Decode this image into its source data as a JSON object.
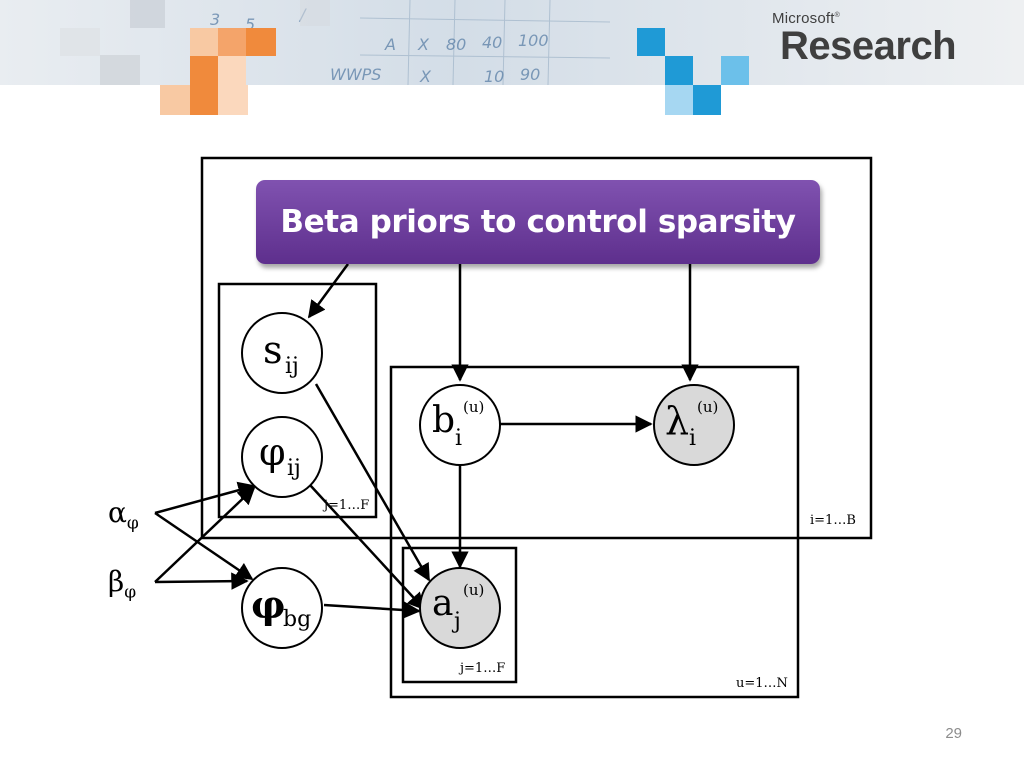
{
  "brand": {
    "small": "Microsoft",
    "mark": "®",
    "main": "Research"
  },
  "banner": {
    "text": "Beta priors to control sparsity"
  },
  "nodes": {
    "s": {
      "base": "s",
      "sub": "ij"
    },
    "phi": {
      "base": "φ",
      "sub": "ij"
    },
    "phibg": {
      "base": "φ",
      "sub": "bg"
    },
    "b": {
      "base": "b",
      "sub": "i",
      "sup": "(u)"
    },
    "lambda": {
      "base": "λ",
      "sub": "i",
      "sup": "(u)"
    },
    "a": {
      "base": "a",
      "sub": "j",
      "sup": "(u)"
    }
  },
  "hyper": {
    "alpha": {
      "base": "α",
      "sub": "φ"
    },
    "beta": {
      "base": "β",
      "sub": "φ"
    }
  },
  "plates": {
    "outer": "i=1…B",
    "topics": "j=1…F",
    "users": "u=1…N",
    "inner": "j=1…F"
  },
  "page_number": "29",
  "colors": {
    "banner": "#6b3f9e",
    "observed": "#d9d9d9",
    "accent_orange": "#f08a3c",
    "accent_blue": "#1f9ad6"
  }
}
